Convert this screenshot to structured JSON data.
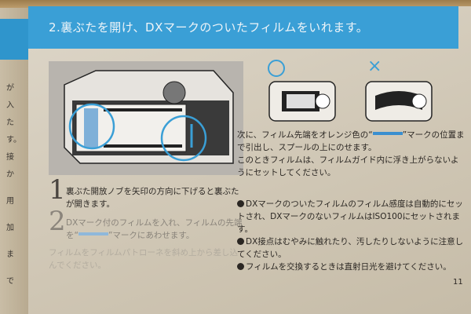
{
  "header": {
    "title": "2.裏ぶたを開け、DXマークのついたフィルムをいれます。"
  },
  "left_page_margin": [
    "が",
    "入",
    "た",
    "す。",
    "接",
    "か",
    "用",
    "加",
    "ま",
    "で"
  ],
  "icons": {
    "correct": "circle-icon",
    "incorrect": "cross-icon"
  },
  "colors": {
    "accent": "#3a9fd6",
    "page": "#d8d0c0"
  },
  "steps": [
    {
      "number": "1",
      "text": "裏ぶた開放ノブを矢印の方向に下げると裏ぶたが開きます。"
    },
    {
      "number": "2",
      "text_before": "DXマーク付のフィルムを入れ、フィルムの先端を“",
      "text_after": "”マークにあわせます。"
    },
    {
      "text": "フィルムをフィルムパトローネを斜め上から差し込んでください。"
    }
  ],
  "right": {
    "para1_before": "次に、フィルム先端をオレンジ色の“",
    "para1_after": "”マークの位置まで引出し、スプールの上にのせます。",
    "para2": "このときフィルムは、フィルムガイド内に浮き上がらないようにセットしてください。",
    "notes": [
      "DXマークのついたフィルムのフィルム感度は自動的にセットされ、DXマークのないフィルムはISO100にセットされます。",
      "DX接点はむやみに触れたり、汚したりしないように注意してください。",
      "フィルムを交換するときは直射日光を避けてください。"
    ]
  },
  "page_number": "11"
}
